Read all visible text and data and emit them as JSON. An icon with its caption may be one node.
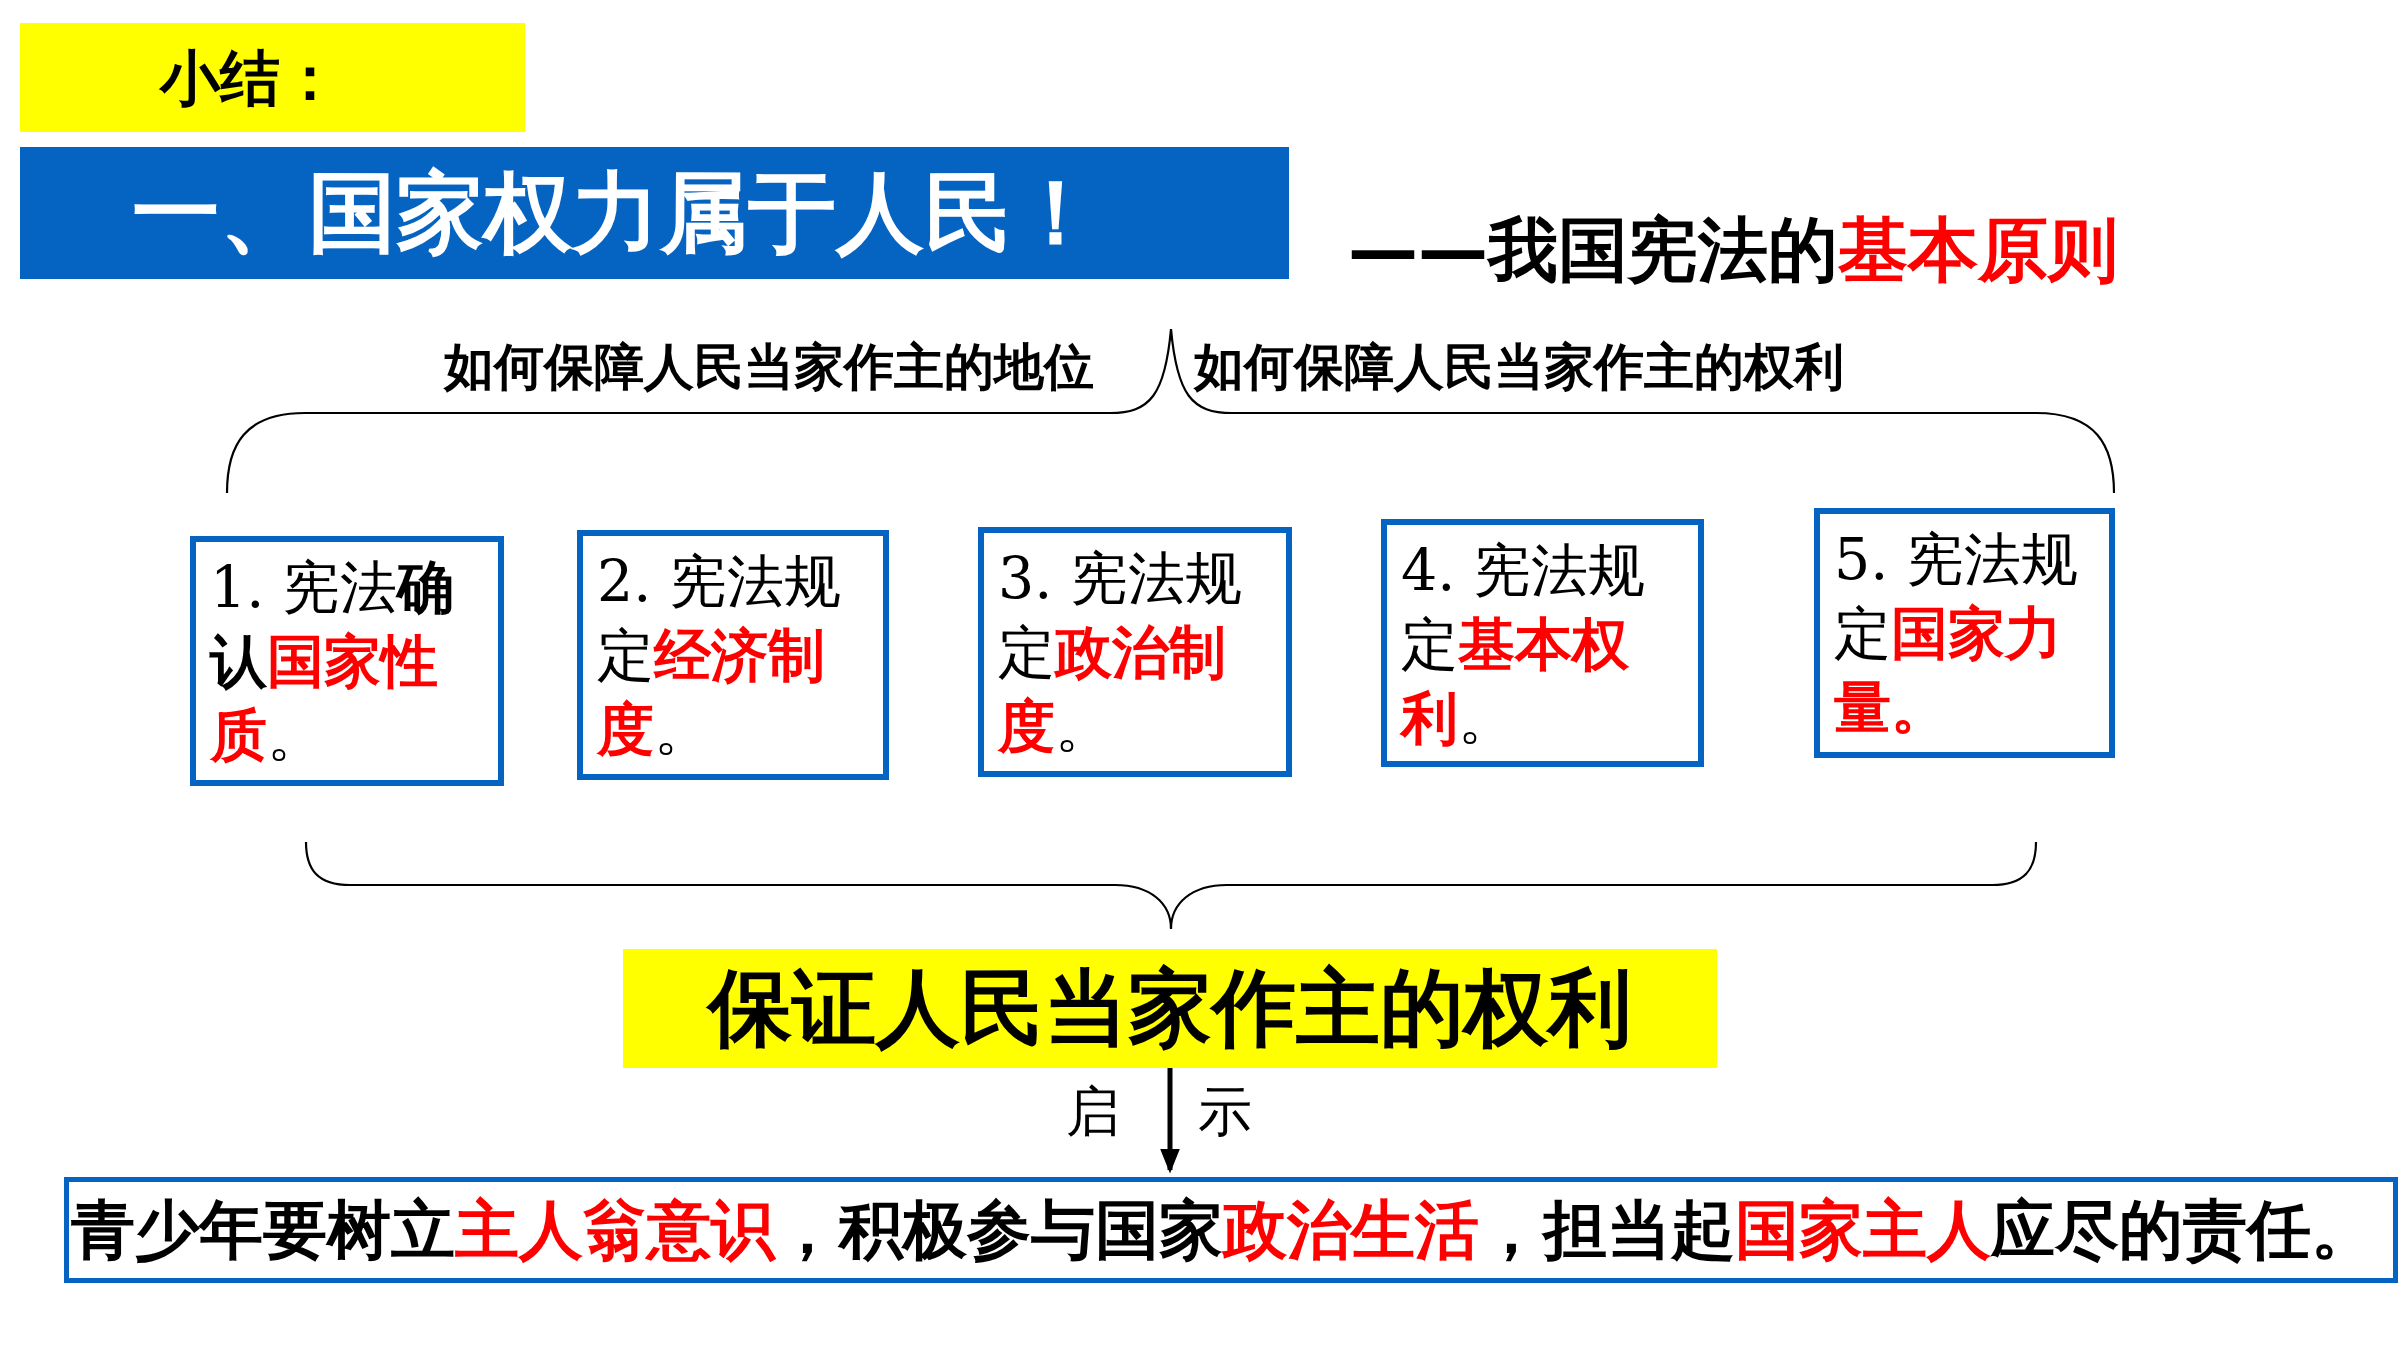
{
  "diagram": {
    "nodes": [
      {
        "text": [
          "小结："
        ]
      },
      {
        "text": [
          "一、国家权力属于人民！"
        ],
        "beside": [
          "——我国宪法的**基本原则**"
        ]
      },
      {
        "text": [
          "1. 宪法**确认****国家性质**。"
        ]
      },
      {
        "text": [
          "2. 宪法规定**经济制度**。"
        ]
      },
      {
        "text": [
          "3. 宪法规定**政治制度**。"
        ]
      },
      {
        "text": [
          "4. 宪法规定**基本权利**。"
        ]
      },
      {
        "text": [
          "5. 宪法规定**国家力量。**"
        ]
      },
      {
        "text": [
          "保证人民当家作主的权利"
        ]
      },
      {
        "text": [
          "青少年要树立**主人翁意识**，积极参与国家**政治生活**，担当起**国家主人**应尽的责任。"
        ]
      }
    ],
    "edges": [
      {
        "from": 7,
        "to": 8,
        "arrow": "to"
      }
    ],
    "labels": [
      "如何保障人民当家作主的地位",
      "如何保障人民当家作主的权利",
      "启",
      "示"
    ]
  }
}
